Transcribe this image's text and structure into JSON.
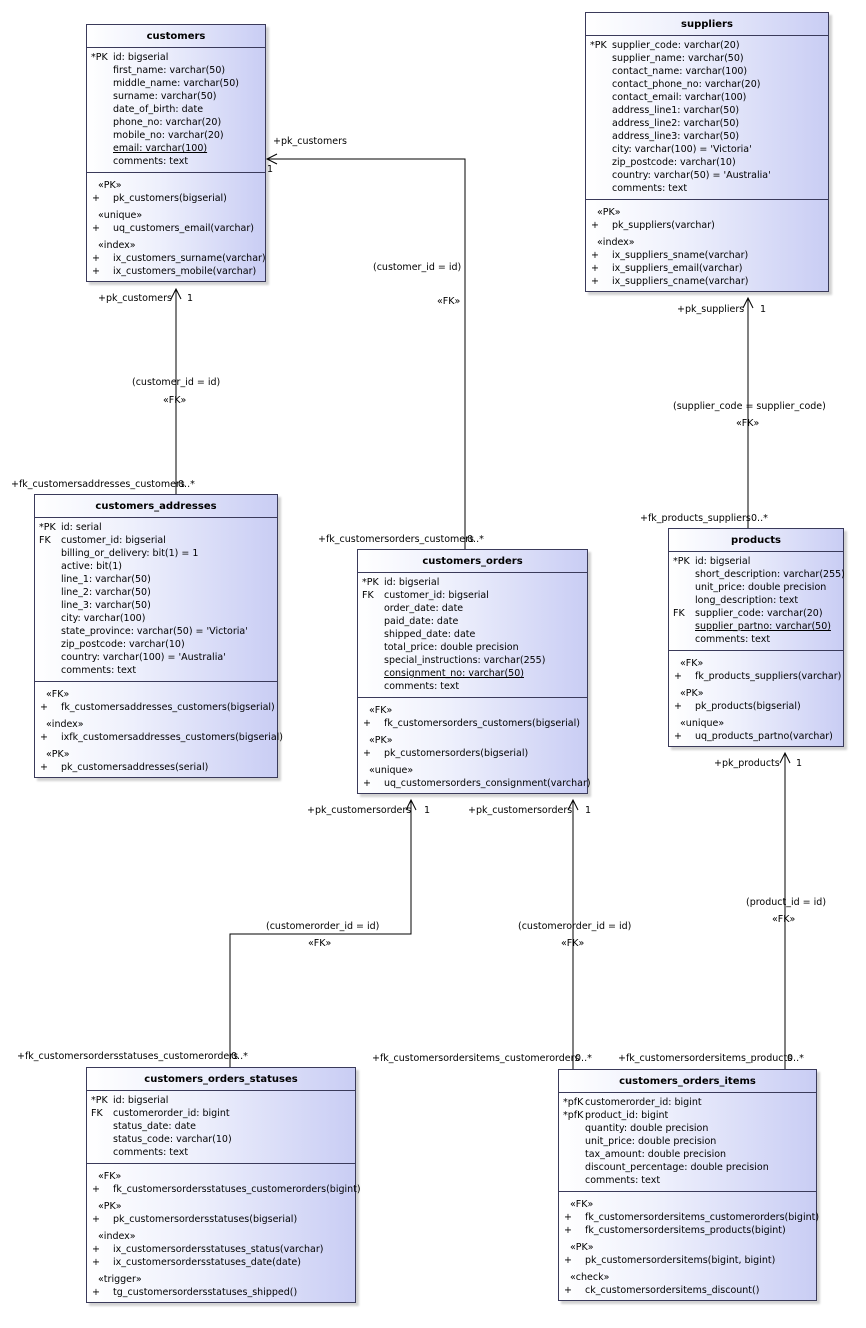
{
  "entities": {
    "customers": {
      "name": "customers",
      "attrs": [
        {
          "key": "*PK",
          "text": "id: bigserial",
          "u": false
        },
        {
          "key": "",
          "text": "first_name: varchar(50)",
          "u": false
        },
        {
          "key": "",
          "text": "middle_name: varchar(50)",
          "u": false
        },
        {
          "key": "",
          "text": "surname: varchar(50)",
          "u": false
        },
        {
          "key": "",
          "text": "date_of_birth: date",
          "u": false
        },
        {
          "key": "",
          "text": "phone_no: varchar(20)",
          "u": false
        },
        {
          "key": "",
          "text": "mobile_no: varchar(20)",
          "u": false
        },
        {
          "key": "",
          "text": "email: varchar(100)",
          "u": true
        },
        {
          "key": "",
          "text": "comments: text",
          "u": false
        }
      ],
      "groups": [
        {
          "stereo": "«PK»",
          "ops": [
            "pk_customers(bigserial)"
          ]
        },
        {
          "stereo": "«unique»",
          "ops": [
            "uq_customers_email(varchar)"
          ]
        },
        {
          "stereo": "«index»",
          "ops": [
            "ix_customers_surname(varchar)",
            "ix_customers_mobile(varchar)"
          ]
        }
      ]
    },
    "suppliers": {
      "name": "suppliers",
      "attrs": [
        {
          "key": "*PK",
          "text": "supplier_code: varchar(20)",
          "u": false
        },
        {
          "key": "",
          "text": "supplier_name: varchar(50)",
          "u": false
        },
        {
          "key": "",
          "text": "contact_name: varchar(100)",
          "u": false
        },
        {
          "key": "",
          "text": "contact_phone_no: varchar(20)",
          "u": false
        },
        {
          "key": "",
          "text": "contact_email: varchar(100)",
          "u": false
        },
        {
          "key": "",
          "text": "address_line1: varchar(50)",
          "u": false
        },
        {
          "key": "",
          "text": "address_line2: varchar(50)",
          "u": false
        },
        {
          "key": "",
          "text": "address_line3: varchar(50)",
          "u": false
        },
        {
          "key": "",
          "text": "city: varchar(100) = 'Victoria'",
          "u": false
        },
        {
          "key": "",
          "text": "zip_postcode: varchar(10)",
          "u": false
        },
        {
          "key": "",
          "text": "country: varchar(50) = 'Australia'",
          "u": false
        },
        {
          "key": "",
          "text": "comments: text",
          "u": false
        }
      ],
      "groups": [
        {
          "stereo": "«PK»",
          "ops": [
            "pk_suppliers(varchar)"
          ]
        },
        {
          "stereo": "«index»",
          "ops": [
            "ix_suppliers_sname(varchar)",
            "ix_suppliers_email(varchar)",
            "ix_suppliers_cname(varchar)"
          ]
        }
      ]
    },
    "customers_addresses": {
      "name": "customers_addresses",
      "attrs": [
        {
          "key": "*PK",
          "text": "id: serial",
          "u": false
        },
        {
          "key": "FK",
          "text": "customer_id: bigserial",
          "u": false
        },
        {
          "key": "",
          "text": "billing_or_delivery: bit(1) = 1",
          "u": false
        },
        {
          "key": "",
          "text": "active: bit(1)",
          "u": false
        },
        {
          "key": "",
          "text": "line_1: varchar(50)",
          "u": false
        },
        {
          "key": "",
          "text": "line_2: varchar(50)",
          "u": false
        },
        {
          "key": "",
          "text": "line_3: varchar(50)",
          "u": false
        },
        {
          "key": "",
          "text": "city: varchar(100)",
          "u": false
        },
        {
          "key": "",
          "text": "state_province: varchar(50) = 'Victoria'",
          "u": false
        },
        {
          "key": "",
          "text": "zip_postcode: varchar(10)",
          "u": false
        },
        {
          "key": "",
          "text": "country: varchar(100) = 'Australia'",
          "u": false
        },
        {
          "key": "",
          "text": "comments: text",
          "u": false
        }
      ],
      "groups": [
        {
          "stereo": "«FK»",
          "ops": [
            "fk_customersaddresses_customers(bigserial)"
          ]
        },
        {
          "stereo": "«index»",
          "ops": [
            "ixfk_customersaddresses_customers(bigserial)"
          ]
        },
        {
          "stereo": "«PK»",
          "ops": [
            "pk_customersaddresses(serial)"
          ]
        }
      ]
    },
    "customers_orders": {
      "name": "customers_orders",
      "attrs": [
        {
          "key": "*PK",
          "text": "id: bigserial",
          "u": false
        },
        {
          "key": "FK",
          "text": "customer_id: bigserial",
          "u": false
        },
        {
          "key": "",
          "text": "order_date: date",
          "u": false
        },
        {
          "key": "",
          "text": "paid_date: date",
          "u": false
        },
        {
          "key": "",
          "text": "shipped_date: date",
          "u": false
        },
        {
          "key": "",
          "text": "total_price: double precision",
          "u": false
        },
        {
          "key": "",
          "text": "special_instructions: varchar(255)",
          "u": false
        },
        {
          "key": "",
          "text": "consignment_no: varchar(50)",
          "u": true
        },
        {
          "key": "",
          "text": "comments: text",
          "u": false
        }
      ],
      "groups": [
        {
          "stereo": "«FK»",
          "ops": [
            "fk_customersorders_customers(bigserial)"
          ]
        },
        {
          "stereo": "«PK»",
          "ops": [
            "pk_customersorders(bigserial)"
          ]
        },
        {
          "stereo": "«unique»",
          "ops": [
            "uq_customersorders_consignment(varchar)"
          ]
        }
      ]
    },
    "products": {
      "name": "products",
      "attrs": [
        {
          "key": "*PK",
          "text": "id: bigserial",
          "u": false
        },
        {
          "key": "",
          "text": "short_description: varchar(255)",
          "u": false
        },
        {
          "key": "",
          "text": "unit_price: double precision",
          "u": false
        },
        {
          "key": "",
          "text": "long_description: text",
          "u": false
        },
        {
          "key": "FK",
          "text": "supplier_code: varchar(20)",
          "u": false
        },
        {
          "key": "",
          "text": "supplier_partno: varchar(50)",
          "u": true
        },
        {
          "key": "",
          "text": "comments: text",
          "u": false
        }
      ],
      "groups": [
        {
          "stereo": "«FK»",
          "ops": [
            "fk_products_suppliers(varchar)"
          ]
        },
        {
          "stereo": "«PK»",
          "ops": [
            "pk_products(bigserial)"
          ]
        },
        {
          "stereo": "«unique»",
          "ops": [
            "uq_products_partno(varchar)"
          ]
        }
      ]
    },
    "customers_orders_statuses": {
      "name": "customers_orders_statuses",
      "attrs": [
        {
          "key": "*PK",
          "text": "id: bigserial",
          "u": false
        },
        {
          "key": "FK",
          "text": "customerorder_id: bigint",
          "u": false
        },
        {
          "key": "",
          "text": "status_date: date",
          "u": false
        },
        {
          "key": "",
          "text": "status_code: varchar(10)",
          "u": false
        },
        {
          "key": "",
          "text": "comments: text",
          "u": false
        }
      ],
      "groups": [
        {
          "stereo": "«FK»",
          "ops": [
            "fk_customersordersstatuses_customerorders(bigint)"
          ]
        },
        {
          "stereo": "«PK»",
          "ops": [
            "pk_customersordersstatuses(bigserial)"
          ]
        },
        {
          "stereo": "«index»",
          "ops": [
            "ix_customersordersstatuses_status(varchar)",
            "ix_customersordersstatuses_date(date)"
          ]
        },
        {
          "stereo": "«trigger»",
          "ops": [
            "tg_customersordersstatuses_shipped()"
          ]
        }
      ]
    },
    "customers_orders_items": {
      "name": "customers_orders_items",
      "attrs": [
        {
          "key": "*pfK",
          "text": "customerorder_id: bigint",
          "u": false
        },
        {
          "key": "*pfK",
          "text": "product_id: bigint",
          "u": false
        },
        {
          "key": "",
          "text": "quantity: double precision",
          "u": false
        },
        {
          "key": "",
          "text": "unit_price: double precision",
          "u": false
        },
        {
          "key": "",
          "text": "tax_amount: double precision",
          "u": false
        },
        {
          "key": "",
          "text": "discount_percentage: double precision",
          "u": false
        },
        {
          "key": "",
          "text": "comments: text",
          "u": false
        }
      ],
      "groups": [
        {
          "stereo": "«FK»",
          "ops": [
            "fk_customersordersitems_customerorders(bigint)",
            "fk_customersordersitems_products(bigint)"
          ]
        },
        {
          "stereo": "«PK»",
          "ops": [
            "pk_customersordersitems(bigint, bigint)"
          ]
        },
        {
          "stereo": "«check»",
          "ops": [
            "ck_customersordersitems_discount()"
          ]
        }
      ]
    }
  },
  "relationships": [
    {
      "id": "r1",
      "condition": "(customer_id = id)",
      "stereo": "«FK»",
      "source_role": "+fk_customersaddresses_customers",
      "source_mult": "0..*",
      "target_role": "+pk_customers",
      "target_mult": "1"
    },
    {
      "id": "r2",
      "condition": "(customer_id = id)",
      "stereo": "«FK»",
      "source_role": "+fk_customersorders_customers",
      "source_mult": "0..*",
      "target_role": "+pk_customers",
      "target_mult": "1"
    },
    {
      "id": "r3",
      "condition": "(supplier_code = supplier_code)",
      "stereo": "«FK»",
      "source_role": "+fk_products_suppliers",
      "source_mult": "0..*",
      "target_role": "+pk_suppliers",
      "target_mult": "1"
    },
    {
      "id": "r4",
      "condition": "(customerorder_id = id)",
      "stereo": "«FK»",
      "source_role": "+fk_customersordersstatuses_customerorders",
      "source_mult": "0..*",
      "target_role": "+pk_customersorders",
      "target_mult": "1"
    },
    {
      "id": "r5",
      "condition": "(customerorder_id = id)",
      "stereo": "«FK»",
      "source_role": "+fk_customersordersitems_customerorders",
      "source_mult": "0..*",
      "target_role": "+pk_customersorders",
      "target_mult": "1"
    },
    {
      "id": "r6",
      "condition": "(product_id = id)",
      "stereo": "«FK»",
      "source_role": "+fk_customersordersitems_products",
      "source_mult": "0..*",
      "target_role": "+pk_products",
      "target_mult": "1"
    }
  ]
}
